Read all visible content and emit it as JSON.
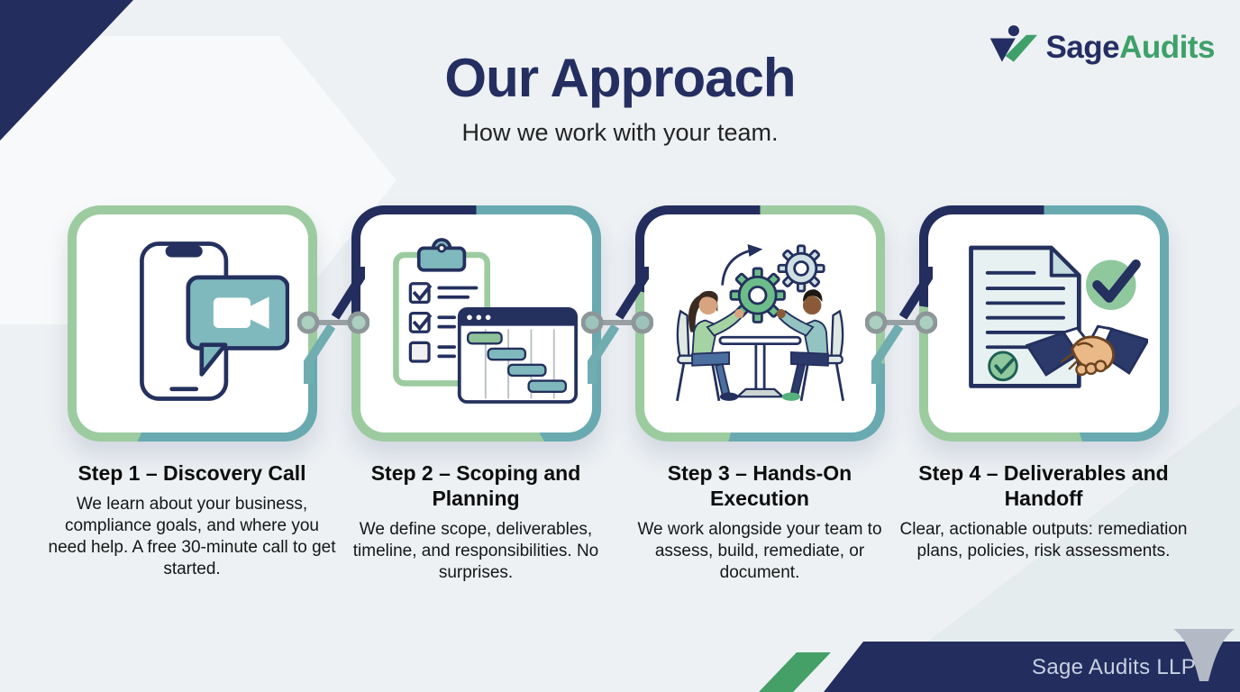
{
  "page": {
    "title": "Our Approach",
    "subtitle": "How we work with your team."
  },
  "brand": {
    "logo_text_primary": "Sage",
    "logo_text_secondary": "Audits",
    "logo_icon": "checkmark-v-logo-icon",
    "footer_text": "Sage Audits LLP"
  },
  "steps": [
    {
      "title": "Step 1 – Discovery Call",
      "description": "We learn about your business, compliance goals, and where you need help. A free 30-minute call to get started.",
      "icon": "phone-video-call-icon"
    },
    {
      "title": "Step 2 – Scoping and Planning",
      "description": "We define scope, deliverables, timeline, and responsibilities. No surprises.",
      "icon": "clipboard-checklist-gantt-icon"
    },
    {
      "title": "Step 3 – Hands-On Execution",
      "description": "We work alongside your team to assess, build, remediate, or document.",
      "icon": "team-collaboration-gears-icon"
    },
    {
      "title": "Step 4 – Deliverables and Handoff",
      "description": "Clear, actionable outputs: remediation plans, policies, risk assessments.",
      "icon": "document-handshake-icon"
    }
  ],
  "colors": {
    "navy": "#232d5e",
    "teal": "#68aab0",
    "light_green": "#9ccba0",
    "green_accent": "#3fa06a",
    "background": "#edf1f4",
    "footer_text": "#c7d1e3"
  }
}
